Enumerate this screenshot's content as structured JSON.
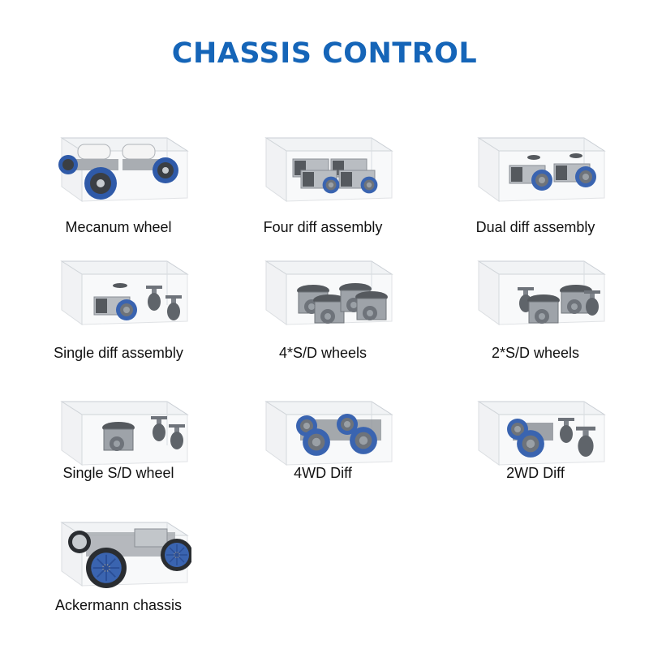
{
  "header": {
    "title": "CHASSIS CONTROL"
  },
  "colors": {
    "title": "#1565b8",
    "wheel_blue": "#3a64b0",
    "metal": "#7a7f86",
    "enclosure": "#e9ecef"
  },
  "items": [
    {
      "label": "Mecanum wheel",
      "icon": "mecanum-wheel-chassis"
    },
    {
      "label": "Four diff assembly",
      "icon": "four-diff-chassis"
    },
    {
      "label": "Dual diff assembly",
      "icon": "dual-diff-chassis"
    },
    {
      "label": "Single diff assembly",
      "icon": "single-diff-chassis"
    },
    {
      "label": "4*S/D wheels",
      "icon": "four-sd-wheels-chassis"
    },
    {
      "label": "2*S/D wheels",
      "icon": "two-sd-wheels-chassis"
    },
    {
      "label": "Single S/D wheel",
      "icon": "single-sd-wheel-chassis"
    },
    {
      "label": "4WD Diff",
      "icon": "4wd-diff-chassis"
    },
    {
      "label": "2WD Diff",
      "icon": "2wd-diff-chassis"
    },
    {
      "label": "Ackermann chassis",
      "icon": "ackermann-chassis"
    }
  ]
}
